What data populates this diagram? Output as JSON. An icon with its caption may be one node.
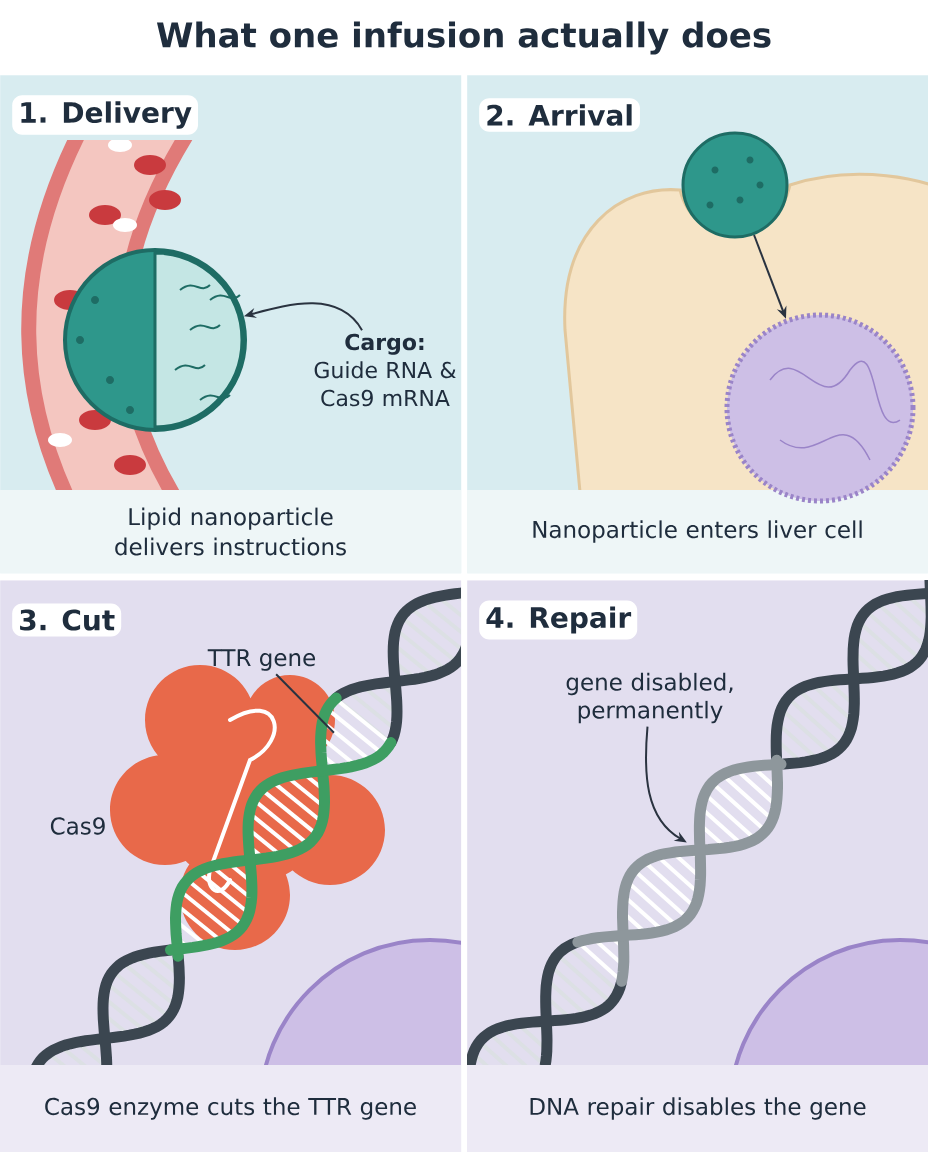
{
  "diagram": {
    "title": "What one infusion actually does",
    "nodes": [
      {
        "text": [
          "1. Delivery",
          "Lipid nanoparticle delivers instructions"
        ]
      },
      {
        "text": [
          "**Cargo:** Guide RNA & Cas9 mRNA"
        ],
        "in": 0
      },
      {
        "text": [],
        "shape": "picture",
        "in": 0
      },
      {
        "text": [
          "2. Arrival",
          "Nanoparticle enters liver cell"
        ]
      },
      {
        "text": [],
        "shape": "picture",
        "in": 3
      },
      {
        "text": [],
        "shape": "circle",
        "in": 3
      },
      {
        "text": [
          "3. Cut",
          "Cas9 enzyme cuts the TTR gene"
        ]
      },
      {
        "text": [
          "TTR gene"
        ],
        "in": 6
      },
      {
        "text": [],
        "shape": "picture",
        "in": 6
      },
      {
        "text": [
          "4. Repair",
          "DNA repair disables the gene"
        ]
      },
      {
        "text": [
          "gene disabled, permanently"
        ],
        "in": 9
      },
      {
        "text": [],
        "shape": "picture",
        "in": 9
      }
    ],
    "edges": [
      {
        "from": 1,
        "to": 2,
        "arrow": "to"
      },
      {
        "from": 4,
        "to": 5,
        "arrow": "to"
      },
      {
        "from": 7,
        "to": 8,
        "arrow": "none"
      },
      {
        "from": 10,
        "to": 11,
        "arrow": "to"
      }
    ],
    "labels": [
      "Cas9"
    ]
  }
}
